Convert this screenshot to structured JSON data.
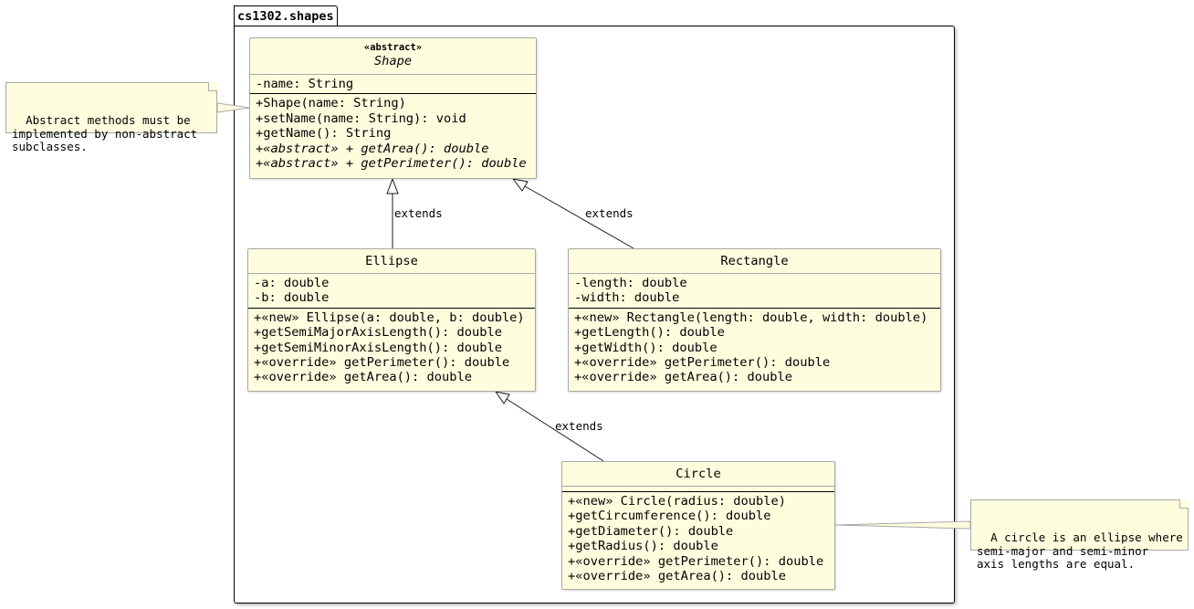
{
  "package": {
    "name": "cs1302.shapes"
  },
  "classes": {
    "shape": {
      "stereotype": "«abstract»",
      "name": "Shape",
      "fields": [
        "-name: String"
      ],
      "methods": [
        "+Shape(name: String)",
        "+setName(name: String): void",
        "+getName(): String",
        "+«abstract» + getArea(): double",
        "+«abstract» + getPerimeter(): double"
      ]
    },
    "ellipse": {
      "name": "Ellipse",
      "fields": [
        "-a: double",
        "-b: double"
      ],
      "methods": [
        "+«new» Ellipse(a: double, b: double)",
        "+getSemiMajorAxisLength(): double",
        "+getSemiMinorAxisLength(): double",
        "+«override» getPerimeter(): double",
        "+«override» getArea(): double"
      ]
    },
    "rectangle": {
      "name": "Rectangle",
      "fields": [
        "-length: double",
        "-width: double"
      ],
      "methods": [
        "+«new» Rectangle(length: double, width: double)",
        "+getLength(): double",
        "+getWidth(): double",
        "+«override» getPerimeter(): double",
        "+«override» getArea(): double"
      ]
    },
    "circle": {
      "name": "Circle",
      "fields": [],
      "methods": [
        "+«new» Circle(radius: double)",
        "+getCircumference(): double",
        "+getDiameter(): double",
        "+getRadius(): double",
        "+«override» getPerimeter(): double",
        "+«override» getArea(): double"
      ]
    }
  },
  "relations": {
    "ellipse_shape": "extends",
    "rectangle_shape": "extends",
    "circle_ellipse": "extends"
  },
  "notes": {
    "abstract_note": "Abstract methods must be\nimplemented by non-abstract\nsubclasses.",
    "circle_note": "A circle is an ellipse where\nsemi-major and semi-minor\naxis lengths are equal."
  }
}
